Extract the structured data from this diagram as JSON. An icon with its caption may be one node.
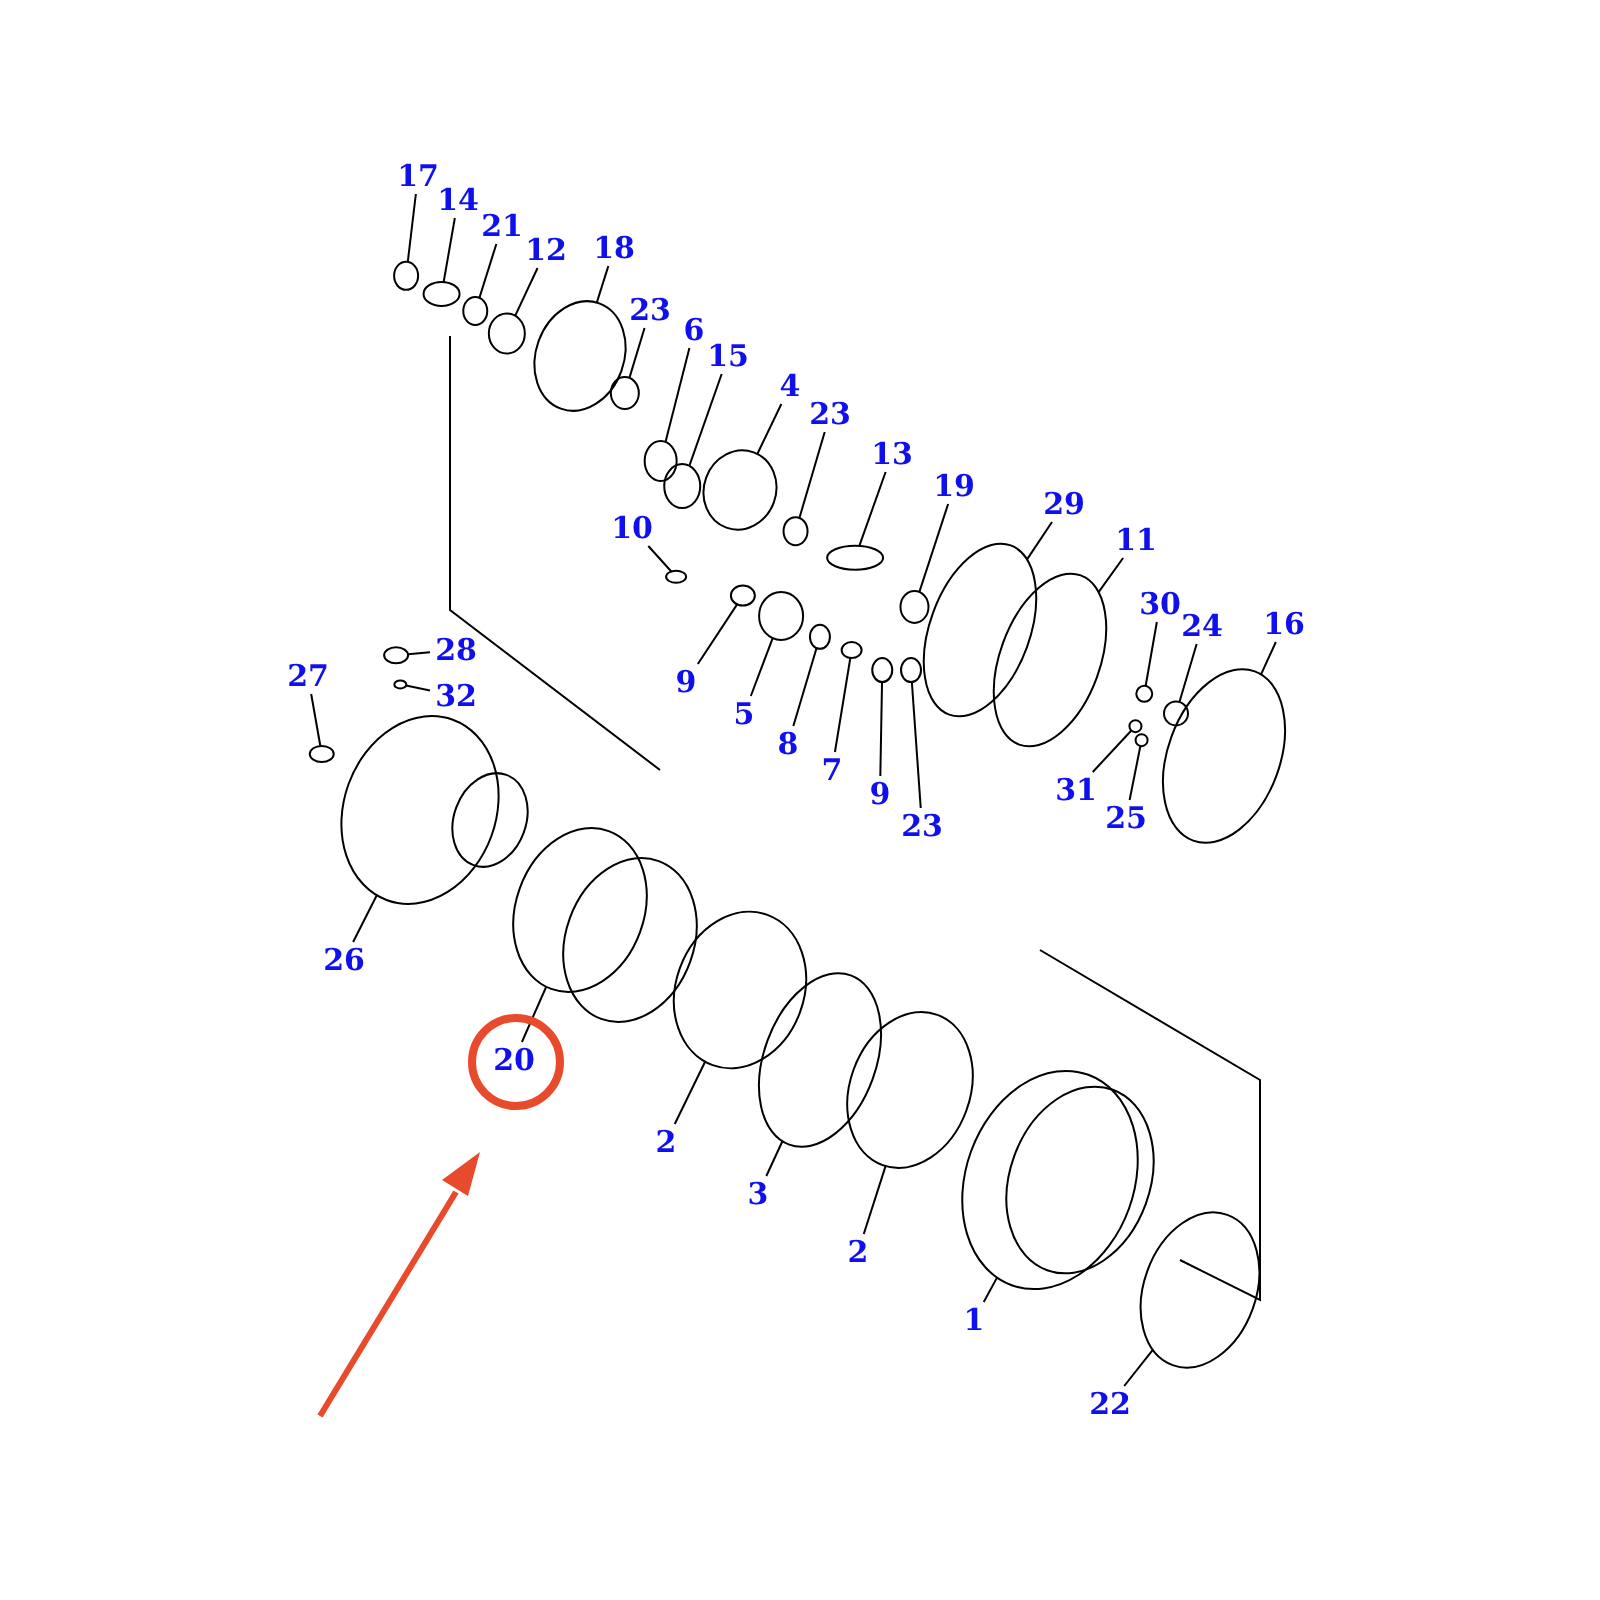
{
  "diagram": {
    "nodes": [
      {
        "text": [
          "17"
        ]
      },
      {
        "text": [
          "14"
        ]
      },
      {
        "text": [
          "21"
        ]
      },
      {
        "text": [
          "12"
        ]
      },
      {
        "text": [
          "18"
        ]
      },
      {
        "text": [
          "23"
        ]
      },
      {
        "text": [
          "6"
        ]
      },
      {
        "text": [
          "15"
        ]
      },
      {
        "text": [
          "4"
        ]
      },
      {
        "text": [
          "23"
        ]
      },
      {
        "text": [
          "13"
        ]
      },
      {
        "text": [
          "10"
        ]
      },
      {
        "text": [
          "19"
        ]
      },
      {
        "text": [
          "29"
        ]
      },
      {
        "text": [
          "11"
        ]
      },
      {
        "text": [
          "30"
        ]
      },
      {
        "text": [
          "24"
        ]
      },
      {
        "text": [
          "16"
        ]
      },
      {
        "text": [
          "9"
        ]
      },
      {
        "text": [
          "5"
        ]
      },
      {
        "text": [
          "8"
        ]
      },
      {
        "text": [
          "7"
        ]
      },
      {
        "text": [
          "9"
        ]
      },
      {
        "text": [
          "23"
        ]
      },
      {
        "text": [
          "31"
        ]
      },
      {
        "text": [
          "25"
        ]
      },
      {
        "text": [
          "27"
        ]
      },
      {
        "text": [
          "28"
        ]
      },
      {
        "text": [
          "32"
        ]
      },
      {
        "text": [
          "26"
        ]
      },
      {
        "text": [
          "20"
        ]
      },
      {
        "text": [
          "2"
        ]
      },
      {
        "text": [
          "3"
        ]
      },
      {
        "text": [
          "2"
        ]
      },
      {
        "text": [
          "1"
        ]
      },
      {
        "text": [
          "22"
        ]
      },
      {
        "text": [],
        "shape": "circle"
      },
      {
        "text": [],
        "shape": "circle"
      },
      {
        "text": [],
        "shape": "circle"
      },
      {
        "text": [],
        "shape": "circle"
      },
      {
        "text": [],
        "shape": "circle"
      },
      {
        "text": [],
        "shape": "circle"
      },
      {
        "text": [],
        "shape": "circle"
      },
      {
        "text": [],
        "shape": "circle"
      },
      {
        "text": [],
        "shape": "circle"
      },
      {
        "text": [],
        "shape": "circle"
      },
      {
        "text": [],
        "shape": "circle"
      },
      {
        "text": [],
        "shape": "circle"
      },
      {
        "text": [],
        "shape": "circle"
      },
      {
        "text": [],
        "shape": "circle"
      },
      {
        "text": [],
        "shape": "circle"
      },
      {
        "text": [],
        "shape": "circle"
      },
      {
        "text": [],
        "shape": "circle"
      },
      {
        "text": [],
        "shape": "circle"
      },
      {
        "text": [],
        "shape": "circle"
      },
      {
        "text": [],
        "shape": "circle"
      },
      {
        "text": [],
        "shape": "circle"
      },
      {
        "text": [],
        "shape": "circle"
      },
      {
        "text": [],
        "shape": "circle"
      },
      {
        "text": [],
        "shape": "circle"
      },
      {
        "text": [],
        "shape": "circle"
      },
      {
        "text": [],
        "shape": "circle"
      },
      {
        "text": [],
        "shape": "circle"
      },
      {
        "text": [],
        "shape": "circle"
      },
      {
        "text": [],
        "shape": "circle"
      },
      {
        "text": [],
        "shape": "circle"
      },
      {
        "text": [],
        "shape": "circle"
      },
      {
        "text": [],
        "shape": "circle"
      },
      {
        "text": [],
        "shape": "circle"
      },
      {
        "text": [],
        "shape": "circle"
      },
      {
        "text": [],
        "shape": "circle"
      },
      {
        "text": [],
        "shape": "circle"
      }
    ],
    "edges": [
      {
        "from": 0,
        "to": 36,
        "arrow": "none"
      },
      {
        "from": 1,
        "to": 37,
        "arrow": "none"
      },
      {
        "from": 2,
        "to": 38,
        "arrow": "none"
      },
      {
        "from": 3,
        "to": 39,
        "arrow": "none"
      },
      {
        "from": 4,
        "to": 40,
        "arrow": "none"
      },
      {
        "from": 5,
        "to": 41,
        "arrow": "none"
      },
      {
        "from": 6,
        "to": 42,
        "arrow": "none"
      },
      {
        "from": 7,
        "to": 43,
        "arrow": "none"
      },
      {
        "from": 8,
        "to": 44,
        "arrow": "none"
      },
      {
        "from": 9,
        "to": 45,
        "arrow": "none"
      },
      {
        "from": 10,
        "to": 46,
        "arrow": "none"
      },
      {
        "from": 11,
        "to": 47,
        "arrow": "none"
      },
      {
        "from": 12,
        "to": 48,
        "arrow": "none"
      },
      {
        "from": 13,
        "to": 49,
        "arrow": "none"
      },
      {
        "from": 14,
        "to": 50,
        "arrow": "none"
      },
      {
        "from": 15,
        "to": 51,
        "arrow": "none"
      },
      {
        "from": 16,
        "to": 52,
        "arrow": "none"
      },
      {
        "from": 17,
        "to": 53,
        "arrow": "none"
      },
      {
        "from": 18,
        "to": 54,
        "arrow": "none"
      },
      {
        "from": 19,
        "to": 55,
        "arrow": "none"
      },
      {
        "from": 20,
        "to": 56,
        "arrow": "none"
      },
      {
        "from": 21,
        "to": 57,
        "arrow": "none"
      },
      {
        "from": 22,
        "to": 58,
        "arrow": "none"
      },
      {
        "from": 23,
        "to": 59,
        "arrow": "none"
      },
      {
        "from": 24,
        "to": 60,
        "arrow": "none"
      },
      {
        "from": 25,
        "to": 61,
        "arrow": "none"
      },
      {
        "from": 26,
        "to": 62,
        "arrow": "none"
      },
      {
        "from": 27,
        "to": 63,
        "arrow": "none"
      },
      {
        "from": 28,
        "to": 64,
        "arrow": "none"
      },
      {
        "from": 29,
        "to": 65,
        "arrow": "none"
      },
      {
        "from": 30,
        "to": 66,
        "arrow": "none"
      },
      {
        "from": 31,
        "to": 67,
        "arrow": "none"
      },
      {
        "from": 32,
        "to": 68,
        "arrow": "none"
      },
      {
        "from": 33,
        "to": 69,
        "arrow": "none"
      },
      {
        "from": 34,
        "to": 70,
        "arrow": "none"
      },
      {
        "from": 35,
        "to": 71,
        "arrow": "none"
      }
    ]
  }
}
